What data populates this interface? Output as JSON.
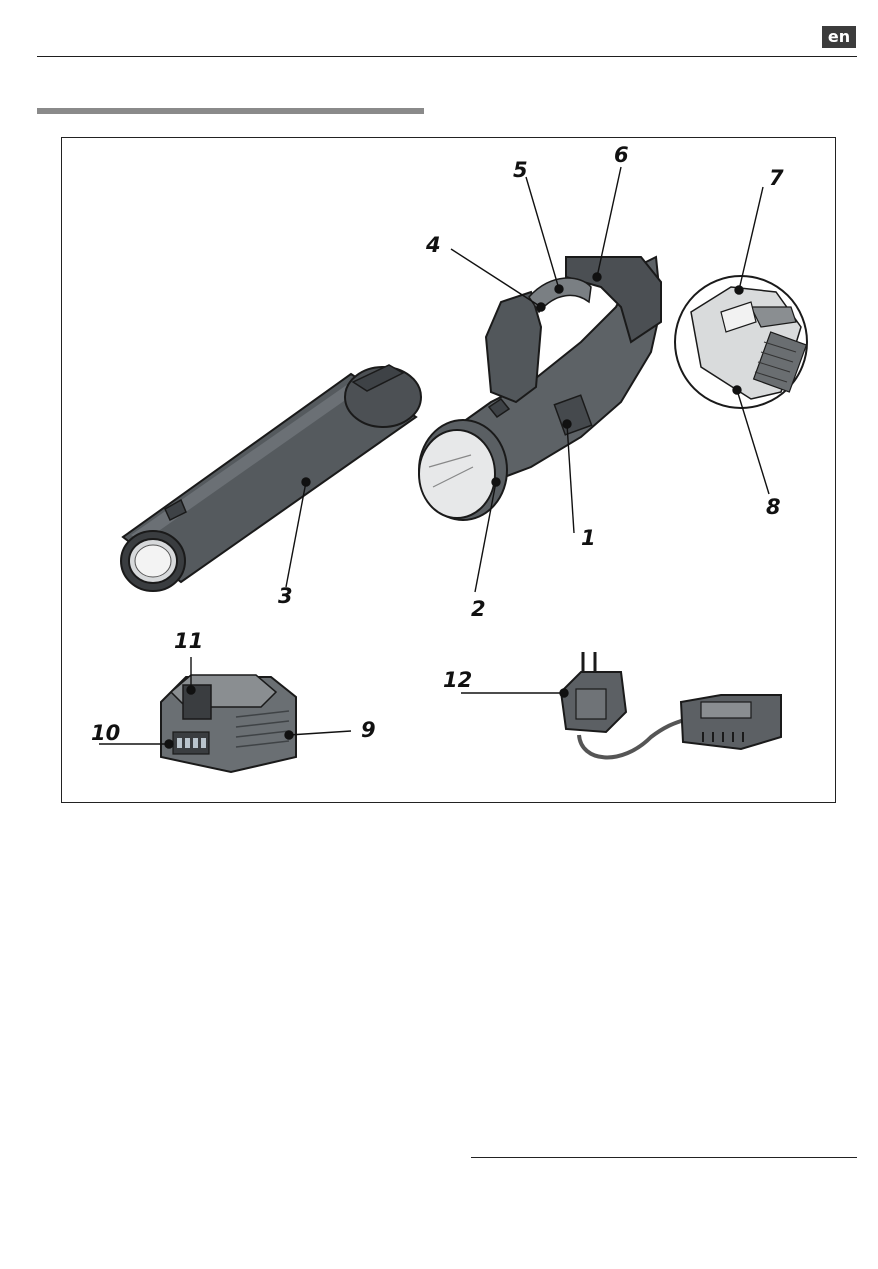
{
  "header": {
    "language_badge": "en"
  },
  "figure": {
    "callouts": [
      {
        "id": "c1",
        "label": "1"
      },
      {
        "id": "c2",
        "label": "2"
      },
      {
        "id": "c3",
        "label": "3"
      },
      {
        "id": "c4",
        "label": "4"
      },
      {
        "id": "c5",
        "label": "5"
      },
      {
        "id": "c6",
        "label": "6"
      },
      {
        "id": "c7",
        "label": "7"
      },
      {
        "id": "c8",
        "label": "8"
      },
      {
        "id": "c9",
        "label": "9"
      },
      {
        "id": "c10",
        "label": "10"
      },
      {
        "id": "c11",
        "label": "11"
      },
      {
        "id": "c12",
        "label": "12"
      }
    ]
  }
}
